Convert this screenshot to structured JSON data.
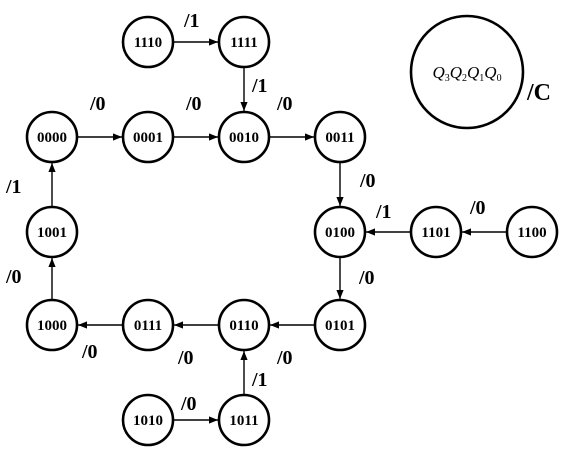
{
  "states": [
    {
      "id": "s0000",
      "code": "0000"
    },
    {
      "id": "s0001",
      "code": "0001"
    },
    {
      "id": "s0010",
      "code": "0010"
    },
    {
      "id": "s0011",
      "code": "0011"
    },
    {
      "id": "s0100",
      "code": "0100"
    },
    {
      "id": "s0101",
      "code": "0101"
    },
    {
      "id": "s0110",
      "code": "0110"
    },
    {
      "id": "s0111",
      "code": "0111"
    },
    {
      "id": "s1000",
      "code": "1000"
    },
    {
      "id": "s1001",
      "code": "1001"
    },
    {
      "id": "s1010",
      "code": "1010"
    },
    {
      "id": "s1011",
      "code": "1011"
    },
    {
      "id": "s1100",
      "code": "1100"
    },
    {
      "id": "s1101",
      "code": "1101"
    },
    {
      "id": "s1110",
      "code": "1110"
    },
    {
      "id": "s1111",
      "code": "1111"
    }
  ],
  "transitions": [
    {
      "from": "s1110",
      "to": "s1111",
      "output": "/1"
    },
    {
      "from": "s1111",
      "to": "s0010",
      "output": "/1"
    },
    {
      "from": "s0000",
      "to": "s0001",
      "output": "/0"
    },
    {
      "from": "s0001",
      "to": "s0010",
      "output": "/0"
    },
    {
      "from": "s0010",
      "to": "s0011",
      "output": "/0"
    },
    {
      "from": "s0011",
      "to": "s0100",
      "output": "/0"
    },
    {
      "from": "s1100",
      "to": "s1101",
      "output": "/0"
    },
    {
      "from": "s1101",
      "to": "s0100",
      "output": "/1"
    },
    {
      "from": "s0100",
      "to": "s0101",
      "output": "/0"
    },
    {
      "from": "s0101",
      "to": "s0110",
      "output": "/0"
    },
    {
      "from": "s0110",
      "to": "s0111",
      "output": "/0"
    },
    {
      "from": "s0111",
      "to": "s1000",
      "output": "/0"
    },
    {
      "from": "s1000",
      "to": "s1001",
      "output": "/0"
    },
    {
      "from": "s1001",
      "to": "s0000",
      "output": "/1"
    },
    {
      "from": "s1010",
      "to": "s1011",
      "output": "/0"
    },
    {
      "from": "s1011",
      "to": "s0110",
      "output": "/1"
    }
  ],
  "legend": {
    "q3": "Q",
    "q3_sub": "3",
    "q2": "Q",
    "q2_sub": "2",
    "q1": "Q",
    "q1_sub": "1",
    "q0": "Q",
    "q0_sub": "0",
    "output_label": "/C"
  }
}
